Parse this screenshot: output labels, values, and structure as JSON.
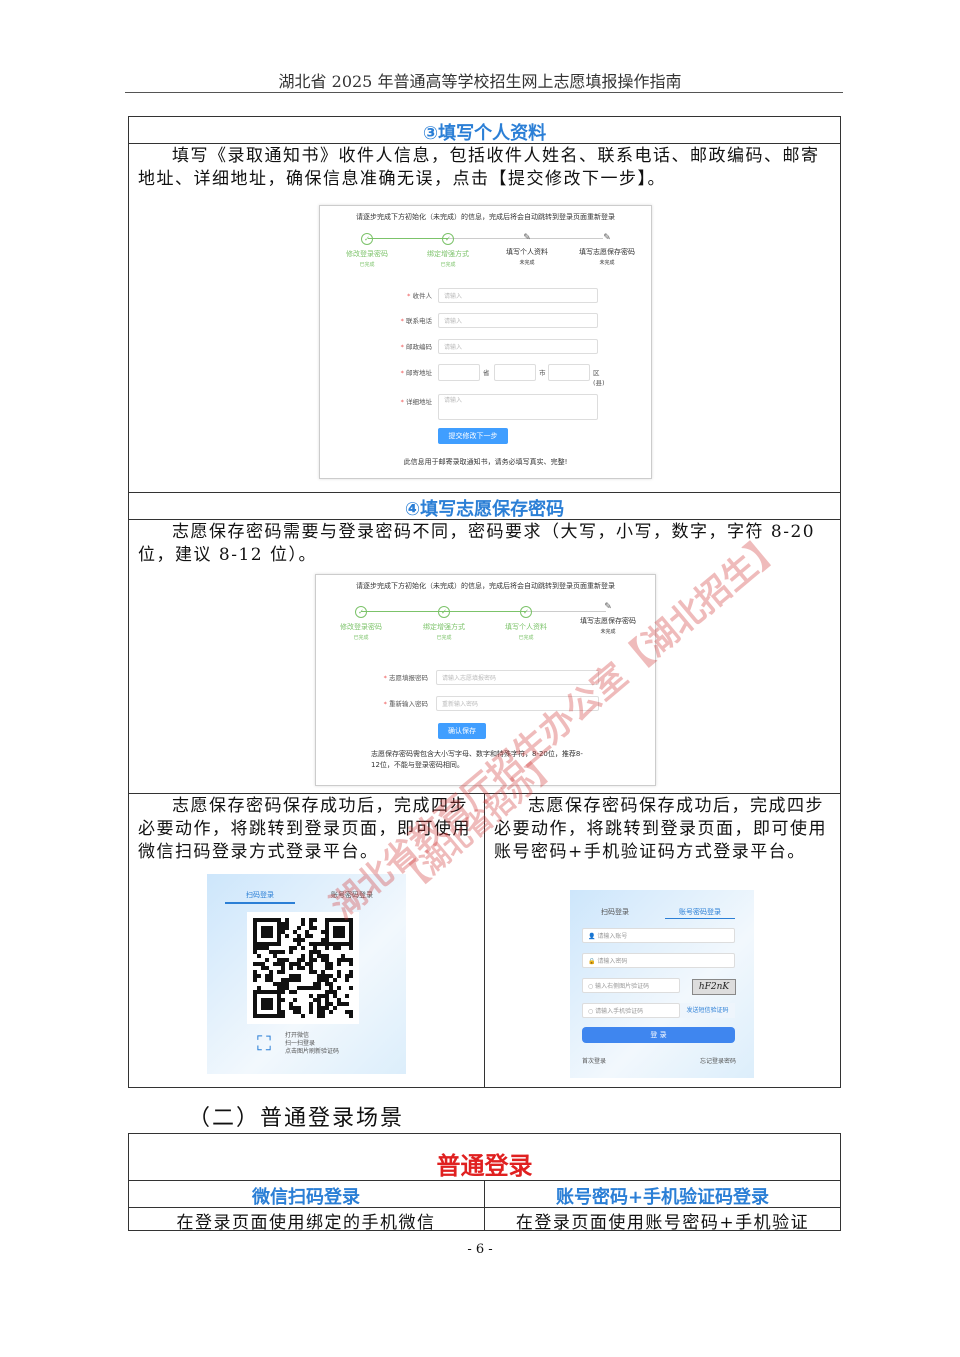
{
  "header": {
    "title": "湖北省 2025 年普通高等学校招生网上志愿填报操作指南"
  },
  "section3": {
    "title": "③填写个人资料",
    "text": "填写《录取通知书》收件人信息，包括收件人姓名、联系电话、邮政编码、邮寄地址、详细地址，确保信息准确无误，点击【提交修改下一步】。"
  },
  "shot1": {
    "caption": "请逐步完成下方初始化（未完成）的信息，完成后将会自动跳转到登录页面重新登录",
    "steps": [
      {
        "label": "修改登录密码",
        "status": "已完成"
      },
      {
        "label": "绑定增强方式",
        "status": "已完成"
      },
      {
        "label": "填写个人资料",
        "status": "未完成"
      },
      {
        "label": "填写志愿保存密码",
        "status": "未完成"
      }
    ],
    "fields": [
      {
        "label": "收件人",
        "placeholder": "请输入"
      },
      {
        "label": "联系电话",
        "placeholder": "请输入"
      },
      {
        "label": "邮政编码",
        "placeholder": "请输入"
      }
    ],
    "address": {
      "label": "邮寄地址",
      "province": "省",
      "city": "市",
      "district": "区(县)"
    },
    "detail": {
      "label": "详细地址",
      "placeholder": "请输入"
    },
    "button": "提交修改下一步",
    "note": "此信息用于邮寄录取通知书，请务必填写真实、完整!"
  },
  "section4": {
    "title": "④填写志愿保存密码",
    "text": "志愿保存密码需要与登录密码不同，密码要求（大写，小写，数字，字符 8-20 位，建议 8-12 位）。"
  },
  "shot2": {
    "caption": "请逐步完成下方初始化（未完成）的信息，完成后将会自动跳转到登录页面重新登录",
    "steps": [
      {
        "label": "修改登录密码",
        "status": "已完成"
      },
      {
        "label": "绑定增强方式",
        "status": "已完成"
      },
      {
        "label": "填写个人资料",
        "status": "已完成"
      },
      {
        "label": "填写志愿保存密码",
        "status": "未完成"
      }
    ],
    "fields": [
      {
        "label": "志愿填报密码",
        "placeholder": "请输入志愿填报密码"
      },
      {
        "label": "重新输入密码",
        "placeholder": "重新输入密码"
      }
    ],
    "button": "确认保存",
    "note": "志愿保存密码需包含大小写字母、数字和特殊字符，8-20位，推荐8-12位，不能与登录密码相同。"
  },
  "left_cell": {
    "text": "志愿保存密码保存成功后，完成四步必要动作，将跳转到登录页面，即可使用微信扫码登录方式登录平台。"
  },
  "right_cell": {
    "text": "志愿保存密码保存成功后，完成四步必要动作，将跳转到登录页面，即可使用账号密码+手机验证码方式登录平台。"
  },
  "qr_login": {
    "tabs": [
      "扫码登录",
      "账号密码登录"
    ],
    "active_tab": 0,
    "hints": [
      "打开微信",
      "扫一扫登录",
      "点击图片刷新验证码"
    ]
  },
  "account_login": {
    "tabs": [
      "扫码登录",
      "账号密码登录"
    ],
    "active_tab": 1,
    "account_placeholder": "请输入账号",
    "password_placeholder": "请输入密码",
    "captcha_placeholder": "输入右侧图片验证码",
    "captcha_text": "hF2nK",
    "sms_placeholder": "请输入手机验证码",
    "sms_button": "发送短信验证码",
    "login_button": "登 录",
    "first_login": "首次登录",
    "forgot": "忘记登录密码"
  },
  "section_heading": "（二）普通登录场景",
  "normal_table": {
    "title": "普通登录",
    "columns": [
      "微信扫码登录",
      "账号密码+手机验证码登录"
    ],
    "cells": [
      "在登录页面使用绑定的手机微信",
      "在登录页面使用账号密码+手机验证"
    ]
  },
  "watermark": [
    "湖北省教育厅招生办公室",
    "【湖北招生】",
    "【湖北省招办】"
  ],
  "page_number": "- 6 -",
  "colors": {
    "title_blue": "#2b7fd6",
    "title_red": "#e02020",
    "done_green": "#7cc36a",
    "button_blue": "#409eff"
  }
}
